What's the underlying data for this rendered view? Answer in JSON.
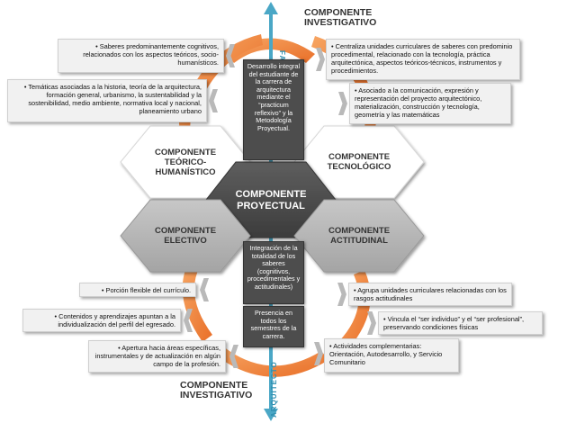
{
  "top_title": [
    "COMPONENTE",
    "INVESTIGATIVO"
  ],
  "bottom_title": [
    "COMPONENTE",
    "INVESTIGATIVO"
  ],
  "arrow_labels": {
    "top": "FAD-LUZ",
    "bottom": "ARQUITECTO"
  },
  "center_top_box": "Desarrollo integral del estudiante de la carrera de arquitectura mediante el “practicum reflexivo” y la Metodología Proyectual.",
  "center_bottom_box1": "Integración de la totalidad de los saberes (cognitivos, procedimentales y actitudinales)",
  "center_bottom_box2": "Presencia en todos los semestres de la carrera.",
  "hexagons": {
    "teorico": [
      "COMPONENTE",
      "TEÓRICO-",
      "HUMANÍSTICO"
    ],
    "tecnologico": [
      "COMPONENTE",
      "TECNOLÓGICO"
    ],
    "proyectual": [
      "COMPONENTE",
      "PROYECTUAL"
    ],
    "electivo": [
      "COMPONENTE",
      "ELECTIVO"
    ],
    "actitudinal": [
      "COMPONENTE",
      "ACTITUDINAL"
    ]
  },
  "left_notes": [
    "•  Saberes predominantemente cognitivos, relacionados con los aspectos teóricos, socio-humanísticos.",
    "•  Temáticas asociadas a la historia, teoría de la arquitectura, formación general, urbanismo, la sustentabilidad y la sostenibilidad, medio ambiente, normativa local y nacional, planeamiento urbano",
    "•  Porción flexible del currículo.",
    "•  Contenidos y aprendizajes apuntan a la individualización del perfil del egresado.",
    "•  Apertura hacia áreas específicas, instrumentales y de actualización en algún campo de la profesión."
  ],
  "right_notes": [
    "•  Centraliza unidades curriculares de saberes con predominio procedimental, relacionado con la tecnología, práctica arquitectónica, aspectos teóricos-técnicos, instrumentos y procedimientos.",
    "•  Asociado a la comunicación, expresión y representación del proyecto arquitectónico, materialización, construcción y tecnología, geometría y las matemáticas",
    "•  Agrupa unidades curriculares relacionadas con los rasgos actitudinales",
    "•  Vincula el “ser individuo” y el “ser profesional”, preservando condiciones físicas",
    "•  Actividades complementarias: Orientación, Autodesarrollo, y Servicio Comunitario"
  ],
  "colors": {
    "orange": "#ee7a2a",
    "orange_light": "#f6b27a",
    "hex_dark": "#4d4d4d",
    "hex_gray": "#b5b5b5",
    "hex_white": "#ffffff",
    "arrow_blue": "#4aa7c6"
  }
}
